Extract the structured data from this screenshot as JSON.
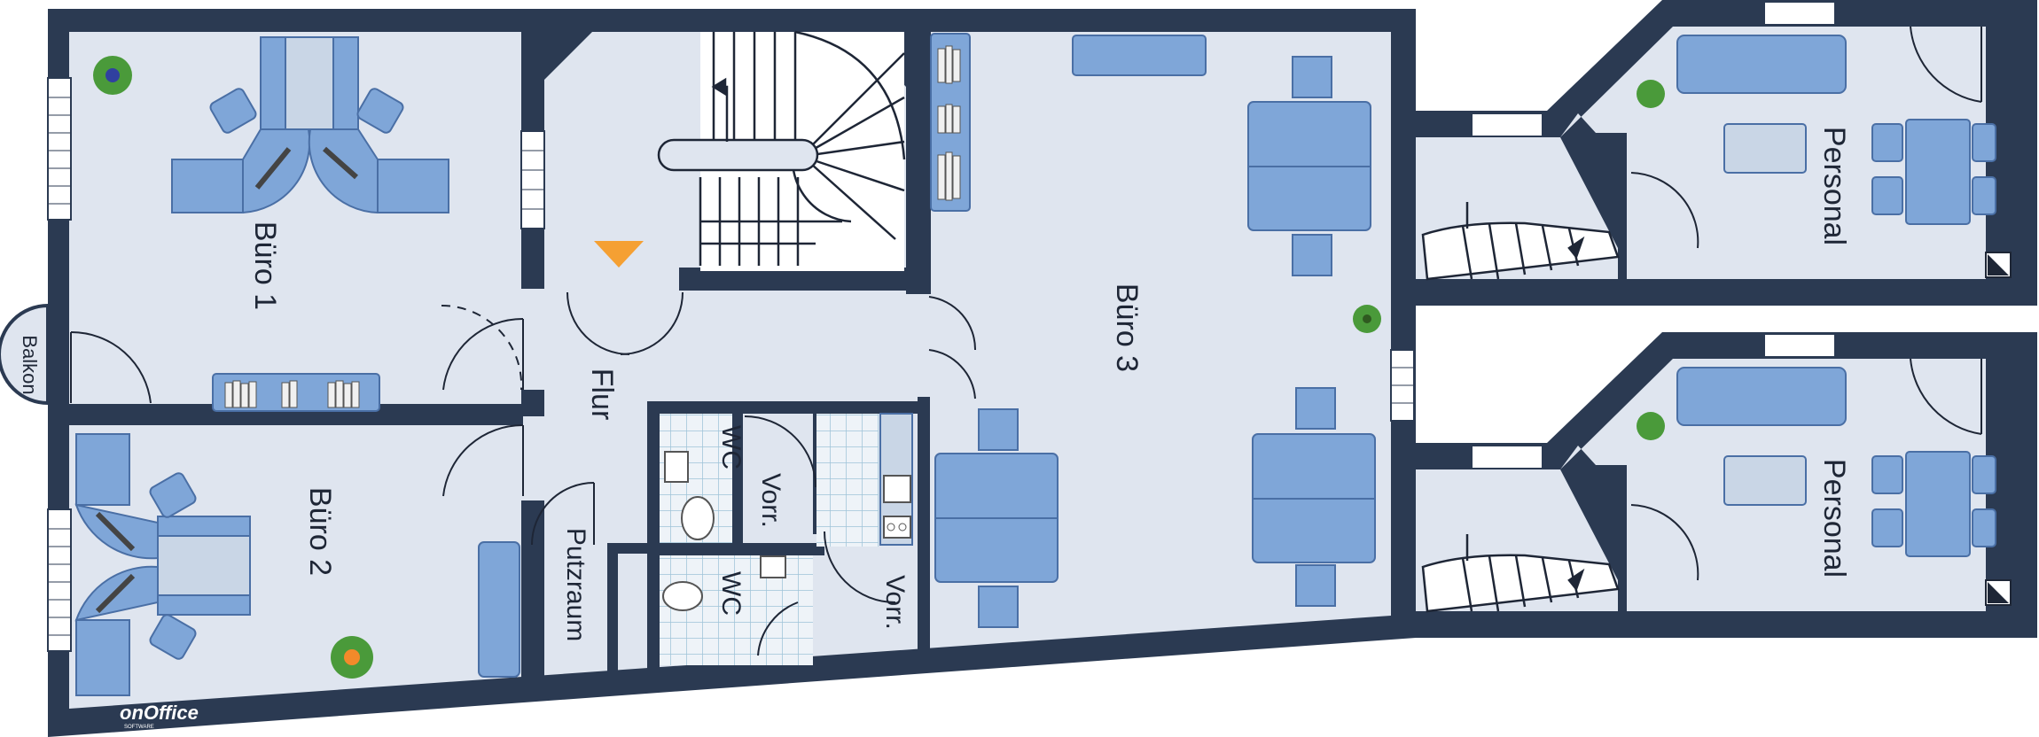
{
  "rooms": {
    "buero1": "Büro 1",
    "buero2": "Büro 2",
    "buero3": "Büro 3",
    "flur": "Flur",
    "putzraum": "Putzraum",
    "wc_upper": "WC",
    "wc_lower": "WC",
    "vorr_upper": "Vorr.",
    "vorr_lower": "Vorr.",
    "balkon": "Balkon",
    "personal_upper": "Personal",
    "personal_lower": "Personal"
  },
  "logo": {
    "brand": "onOffice",
    "sub": "SOFTWARE"
  },
  "colors": {
    "wall": "#2b3a52",
    "floor": "#dfe5ef",
    "furniture": "#7fa6d8",
    "furniture_stroke": "#4a6fa5",
    "glass": "#c9d6e6",
    "marker": "#f5a033"
  }
}
